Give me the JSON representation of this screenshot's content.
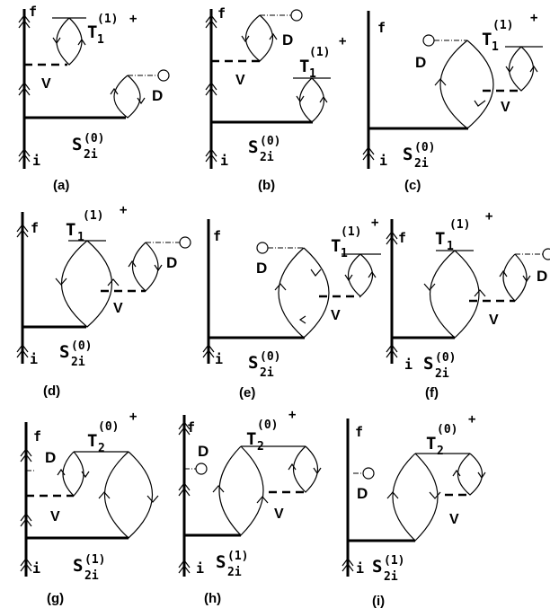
{
  "panels": [
    {
      "id": "a",
      "caption": "(a)",
      "f": "f",
      "i": "i",
      "vertex": "V",
      "dot": "D",
      "s": "S",
      "s_sup": "(0)",
      "s_sub": "2i",
      "t": "T",
      "t_sub": "1",
      "t_sup": "(1)",
      "plus": "+"
    },
    {
      "id": "b",
      "caption": "(b)",
      "f": "f",
      "i": "i",
      "vertex": "V",
      "dot": "D",
      "s": "S",
      "s_sup": "(0)",
      "s_sub": "2i",
      "t": "T",
      "t_sub": "1",
      "t_sup": "(1)",
      "plus": "+"
    },
    {
      "id": "c",
      "caption": "(c)",
      "f": "f",
      "i": "i",
      "vertex": "V",
      "dot": "D",
      "s": "S",
      "s_sup": "(0)",
      "s_sub": "2i",
      "t": "T",
      "t_sub": "1",
      "t_sup": "(1)",
      "plus": "+"
    },
    {
      "id": "d",
      "caption": "(d)",
      "f": "f",
      "i": "i",
      "vertex": "V",
      "dot": "D",
      "s": "S",
      "s_sup": "(0)",
      "s_sub": "2i",
      "t": "T",
      "t_sub": "1",
      "t_sup": "(1)",
      "plus": "+"
    },
    {
      "id": "e",
      "caption": "(e)",
      "f": "f",
      "i": "i",
      "vertex": "V",
      "dot": "D",
      "s": "S",
      "s_sup": "(0)",
      "s_sub": "2i",
      "t": "T",
      "t_sub": "1",
      "t_sup": "(1)",
      "plus": "+"
    },
    {
      "id": "f",
      "caption": "(f)",
      "f": "f",
      "i": "i",
      "vertex": "V",
      "dot": "D",
      "s": "S",
      "s_sup": "(0)",
      "s_sub": "2i",
      "t": "T",
      "t_sub": "1",
      "t_sup": "(1)",
      "plus": "+"
    },
    {
      "id": "g",
      "caption": "(g)",
      "f": "f",
      "i": "i",
      "vertex": "V",
      "dot": "D",
      "s": "S",
      "s_sup": "(1)",
      "s_sub": "2i",
      "t": "T",
      "t_sub": "2",
      "t_sup": "(0)",
      "plus": "+"
    },
    {
      "id": "h",
      "caption": "(h)",
      "f": "f",
      "i": "i",
      "vertex": "V",
      "dot": "D",
      "s": "S",
      "s_sup": "(1)",
      "s_sub": "2i",
      "t": "T",
      "t_sub": "2",
      "t_sup": "(0)",
      "plus": "+"
    },
    {
      "id": "i",
      "caption": "(i)",
      "f": "f",
      "i": "i",
      "vertex": "V",
      "dot": "D",
      "s": "S",
      "s_sup": "(1)",
      "s_sub": "2i",
      "t": "T",
      "t_sub": "2",
      "t_sup": "(0)",
      "plus": "+"
    }
  ]
}
